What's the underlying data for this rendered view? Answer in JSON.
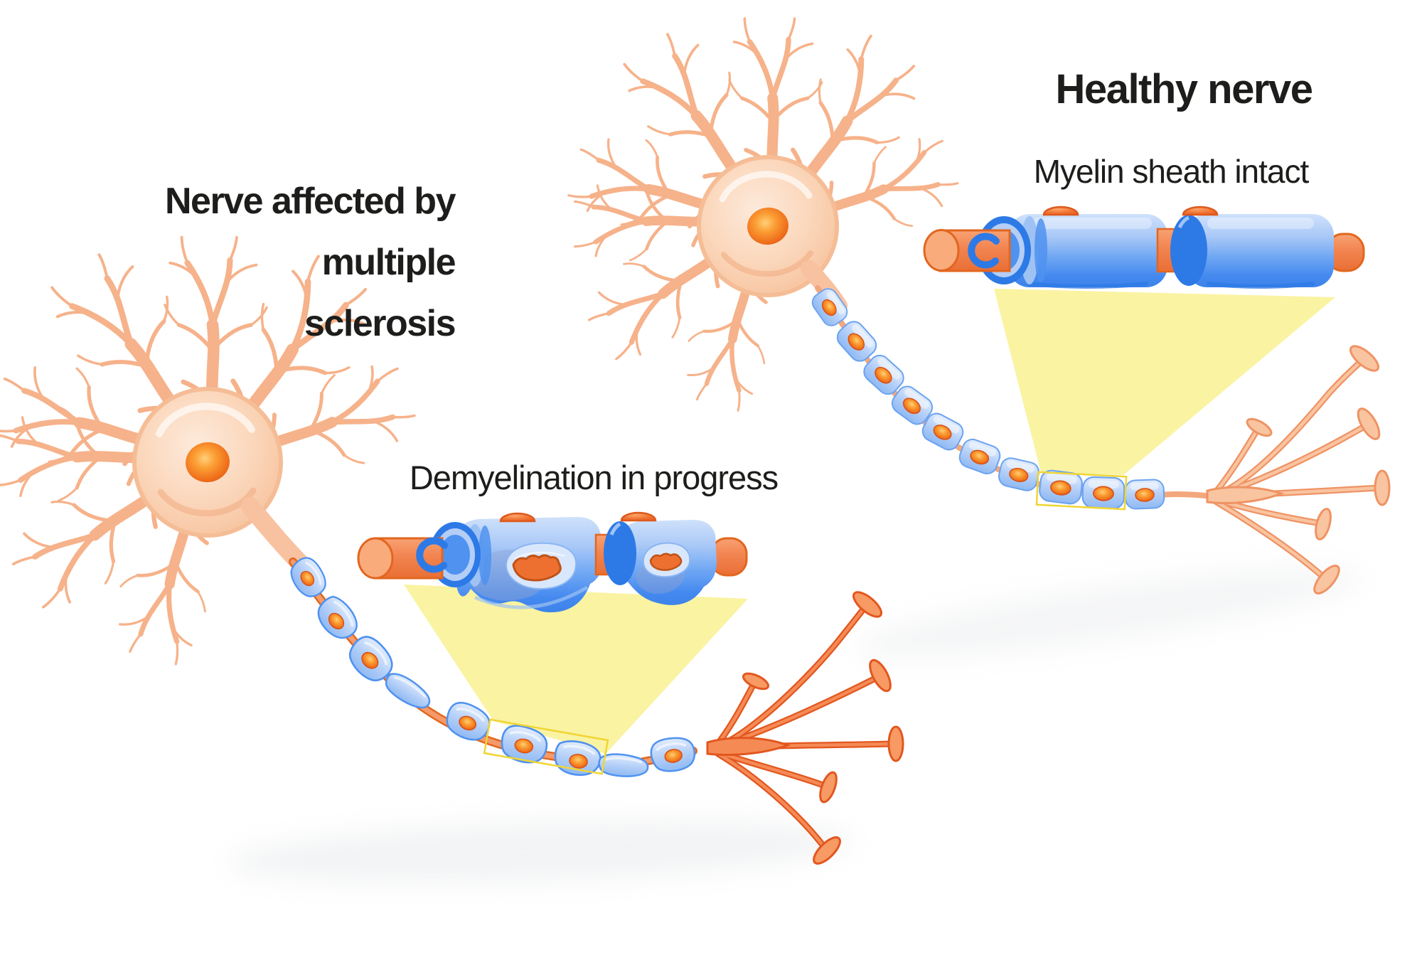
{
  "ms": {
    "title_lines": [
      "Nerve affected by",
      "multiple",
      "sclerosis"
    ],
    "detail_label": "Demyelination in progress"
  },
  "healthy": {
    "title": "Healthy nerve",
    "detail_label": "Myelin sheath intact"
  },
  "colors": {
    "background": "#ffffff",
    "text": "#1d1d1b",
    "myelin_blue": "#4a90ee",
    "myelin_light": "#c9ddfb",
    "myelin_dark": "#2d7ae6",
    "axon_orange": "#f08048",
    "axon_outline": "#e2661f",
    "soma_peach": "#f8c5a2",
    "dendrite_peach": "#f6b28a",
    "nucleus_orange": "#f2731d",
    "beam_yellow": "#faf3a2",
    "highlight_box": "#f0d535",
    "terminal_ms": "#f58a55",
    "terminal_healthy": "#f9c4a0",
    "shadow_gray": "#e8eaec"
  }
}
